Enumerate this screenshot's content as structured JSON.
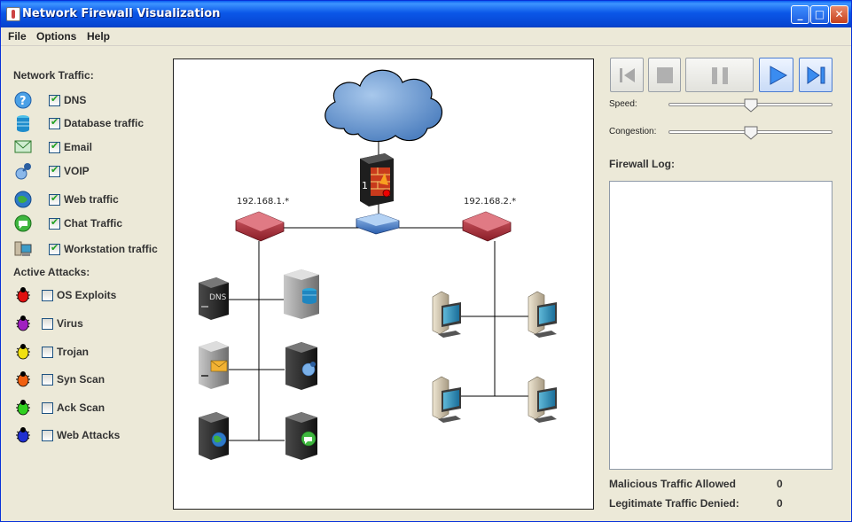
{
  "window": {
    "title": "Network Firewall Visualization"
  },
  "menu": {
    "file": "File",
    "options": "Options",
    "help": "Help"
  },
  "traffic": {
    "title": "Network Traffic:",
    "items": [
      {
        "label": "DNS",
        "checked": true,
        "icon": "question-icon"
      },
      {
        "label": "Database traffic",
        "checked": true,
        "icon": "database-icon"
      },
      {
        "label": "Email",
        "checked": true,
        "icon": "envelope-icon"
      },
      {
        "label": "VOIP",
        "checked": true,
        "icon": "voip-icon"
      },
      {
        "label": "Web traffic",
        "checked": true,
        "icon": "globe-icon"
      },
      {
        "label": "Chat Traffic",
        "checked": true,
        "icon": "chat-icon"
      },
      {
        "label": "Workstation traffic",
        "checked": true,
        "icon": "workstation-icon"
      }
    ]
  },
  "attacks": {
    "title": "Active Attacks:",
    "items": [
      {
        "label": "OS Exploits",
        "checked": false,
        "color": "#e01010"
      },
      {
        "label": "Virus",
        "checked": false,
        "color": "#a020c0"
      },
      {
        "label": "Trojan",
        "checked": false,
        "color": "#f0e010"
      },
      {
        "label": "Syn Scan",
        "checked": false,
        "color": "#f06010"
      },
      {
        "label": "Ack Scan",
        "checked": false,
        "color": "#30d020"
      },
      {
        "label": "Web Attacks",
        "checked": false,
        "color": "#2030d0"
      }
    ]
  },
  "network": {
    "subnet_left": "192.168.1.*",
    "subnet_right": "192.168.2.*",
    "firewall_label": "1",
    "dns_label": "DNS"
  },
  "controls": {
    "speed_label": "Speed:",
    "congestion_label": "Congestion:",
    "speed_value": 0.5,
    "congestion_value": 0.5
  },
  "log": {
    "title": "Firewall Log:"
  },
  "stats": {
    "malicious_label": "Malicious Traffic Allowed",
    "malicious_value": "0",
    "legit_label": "Legitimate Traffic Denied:",
    "legit_value": "0"
  }
}
